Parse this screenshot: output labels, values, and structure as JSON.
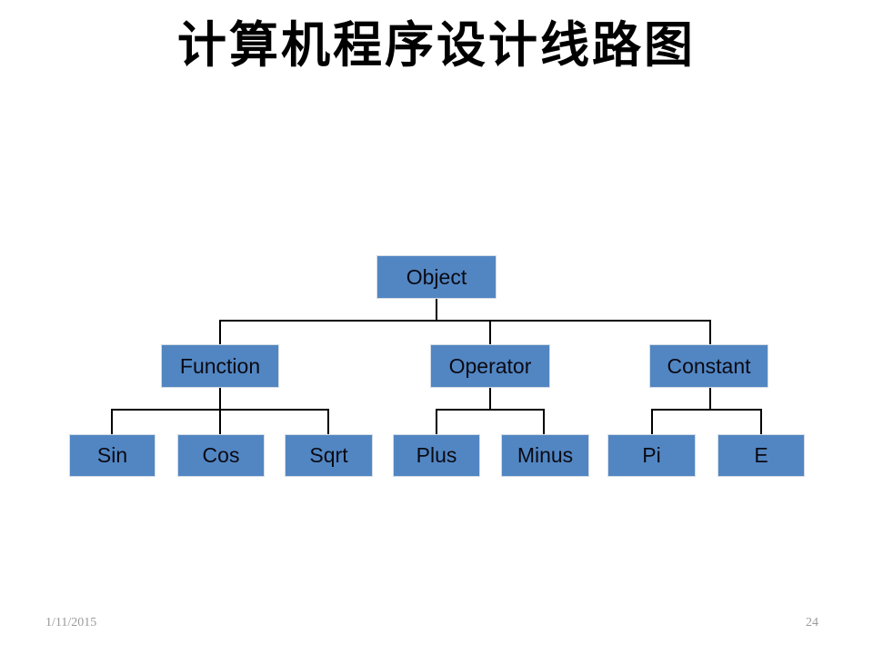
{
  "slide": {
    "title": "计算机程序设计线路图",
    "background_color": "#ffffff"
  },
  "footer": {
    "date": "1/11/2015",
    "page_number": "24",
    "text_color": "#9a9a9a"
  },
  "diagram": {
    "type": "hierarchy-tree",
    "node_fill_color": "#5286C2",
    "node_border_color": "#d4dce6",
    "node_text_color": "#0a0a14",
    "connector_color": "#000000",
    "levels": [
      {
        "level": 1,
        "nodes": [
          {
            "id": "object",
            "label": "Object"
          }
        ]
      },
      {
        "level": 2,
        "nodes": [
          {
            "id": "function",
            "label": "Function",
            "parent": "object"
          },
          {
            "id": "operator",
            "label": "Operator",
            "parent": "object"
          },
          {
            "id": "constant",
            "label": "Constant",
            "parent": "object"
          }
        ]
      },
      {
        "level": 3,
        "nodes": [
          {
            "id": "sin",
            "label": "Sin",
            "parent": "function"
          },
          {
            "id": "cos",
            "label": "Cos",
            "parent": "function"
          },
          {
            "id": "sqrt",
            "label": "Sqrt",
            "parent": "function"
          },
          {
            "id": "plus",
            "label": "Plus",
            "parent": "operator"
          },
          {
            "id": "minus",
            "label": "Minus",
            "parent": "operator"
          },
          {
            "id": "pi",
            "label": "Pi",
            "parent": "constant"
          },
          {
            "id": "e",
            "label": "E",
            "parent": "constant"
          }
        ]
      }
    ]
  }
}
